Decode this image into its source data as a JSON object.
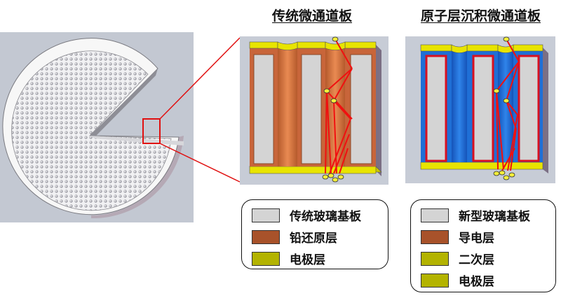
{
  "figure": {
    "left_panel": {
      "subject": "microchannel-plate-disk",
      "background_color": "#c3c8d2"
    },
    "traditional": {
      "title": "传统微通道板",
      "legend": [
        {
          "label": "传统玻璃基板",
          "color": "#d4d4d4"
        },
        {
          "label": "铅还原层",
          "color": "#a8522a"
        },
        {
          "label": "电极层",
          "color": "#b3b300"
        }
      ]
    },
    "ald": {
      "title": "原子层沉积微通道板",
      "legend": [
        {
          "label": "新型玻璃基板",
          "color": "#d4d4d4"
        },
        {
          "label": "导电层",
          "color": "#a8522a"
        },
        {
          "label": "二次层",
          "color": "#b3b300"
        },
        {
          "label": "电极层",
          "color": "#b3b300"
        }
      ]
    },
    "colors": {
      "channel_orange": "#d9713b",
      "channel_blue": "#1f6fd6",
      "electrode_yellow": "#e8e400",
      "glass_gray": "#d4d4d4",
      "highlight_red": "#e01010",
      "electron_yellow": "#f4ee3a"
    }
  }
}
